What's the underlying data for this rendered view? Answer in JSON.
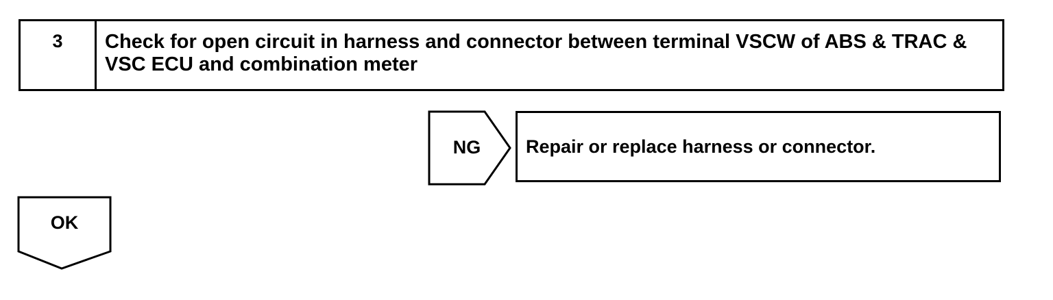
{
  "step": {
    "number": "3",
    "title": "Check for open circuit in harness and connector between terminal VSCW of ABS & TRAC & VSC ECU and combination meter"
  },
  "ng_branch": {
    "label": "NG",
    "action": "Repair or replace harness or connector."
  },
  "ok_branch": {
    "label": "OK"
  }
}
